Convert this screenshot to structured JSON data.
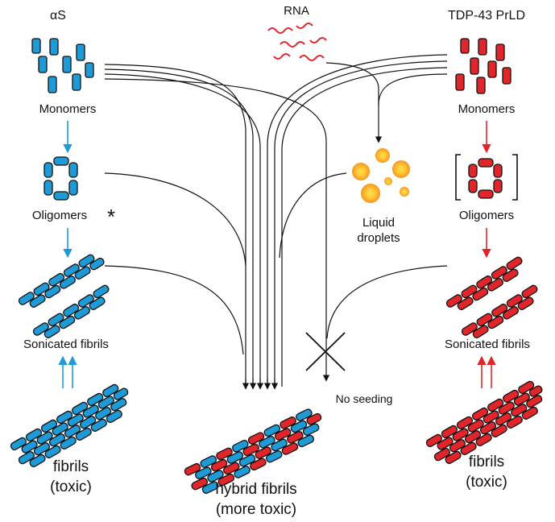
{
  "left_column": {
    "title": "αS",
    "monomers": "Monomers",
    "oligomers": "Oligomers",
    "oligomer_mark": "*",
    "sonicated": "Sonicated fibrils",
    "fibrils": "fibrils",
    "fibrils_note": "(toxic)",
    "color": "#1e9bd7"
  },
  "right_column": {
    "title": "TDP-43 PrLD",
    "monomers": "Monomers",
    "oligomers": "Oligomers",
    "sonicated": "Sonicated fibrils",
    "fibrils": "fibrils",
    "fibrils_note": "(toxic)",
    "color": "#e0262b"
  },
  "center": {
    "rna": "RNA",
    "droplets_line1": "Liquid",
    "droplets_line2": "droplets",
    "no_seeding": "No seeding",
    "hybrid_line1": "hybrid fibrils",
    "hybrid_line2": "(more toxic)"
  },
  "colors": {
    "alpha_syn": "#1e9bd7",
    "tdp43": "#e0262b",
    "droplet_outer": "#f7931e",
    "droplet_inner": "#ffe14d",
    "rna": "#e0262b"
  }
}
